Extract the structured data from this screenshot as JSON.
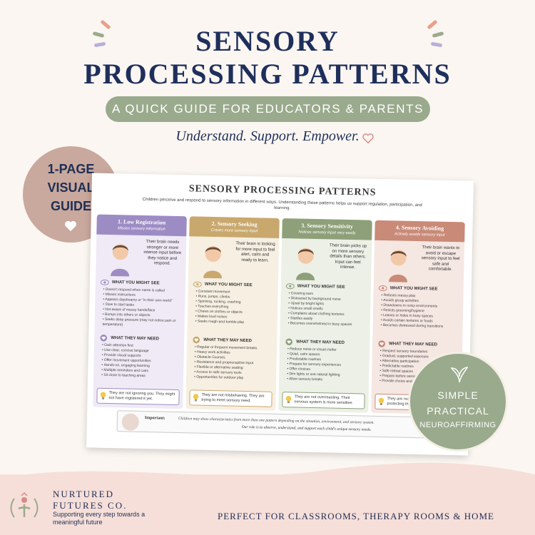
{
  "header": {
    "title_line1": "SENSORY",
    "title_line2": "PROCESSING PATTERNS",
    "subtitle": "A QUICK GUIDE FOR EDUCATORS & PARENTS",
    "tagline": "Understand. Support. Empower."
  },
  "badge_left": {
    "line1": "1-PAGE",
    "line2": "VISUAL",
    "line3": "GUIDE"
  },
  "badge_right": {
    "line1": "SIMPLE",
    "line2": "PRACTICAL",
    "line3": "NEUROAFFIRMING"
  },
  "sheet": {
    "title": "SENSORY PROCESSING PATTERNS",
    "intro": "Children perceive and respond to sensory information in different ways. Understanding these patterns helps us support regulation, participation, and learning.",
    "see_label": "WHAT YOU MIGHT SEE",
    "need_label": "WHAT THEY MAY NEED",
    "columns": [
      {
        "heading": "1. Low Registration",
        "sub": "Misses sensory information",
        "color": "#9d8cc4",
        "bg": "#efeaf5",
        "desc": "Their brain needs stronger or more intense input before they notice and respond.",
        "see": [
          "Doesn't respond when name is called",
          "Misses instructions",
          "Appears daydreamy or \"in their own world\"",
          "Slow to start tasks",
          "Not aware of messy hands/face",
          "Bumps into others or objects",
          "Seeks deep pressure (may not notice pain or temperature)"
        ],
        "need": [
          "Gain attention first",
          "Use clear, concise language",
          "Provide visual supports",
          "Offer movement opportunities",
          "Hands-on, engaging learning",
          "Multiple reminders and cues",
          "Sit close to teaching areas"
        ],
        "foot": "They are not ignoring you. They might not have registered it yet."
      },
      {
        "heading": "2. Sensory Seeking",
        "sub": "Craves more sensory input",
        "color": "#c9a86e",
        "bg": "#f6efe2",
        "desc": "Their brain is looking for more input to feel alert, calm and ready to learn.",
        "see": [
          "Constant movement",
          "Runs, jumps, climbs",
          "Spinning, rocking, crashing",
          "Touches everything",
          "Chews on clothes or objects",
          "Makes loud noises",
          "Seeks rough-and-tumble play"
        ],
        "need": [
          "Regular or frequent movement breaks",
          "Heavy work activities",
          "Obstacle Courses",
          "Resistance and proprioceptive input",
          "Flexible or alternative seating",
          "Access to safe sensory tools",
          "Opportunities for outdoor play"
        ],
        "foot": "They are not misbehaving. They are trying to meet sensory need."
      },
      {
        "heading": "3. Sensory Sensitivity",
        "sub": "Notices sensory input very easily",
        "color": "#8ea07a",
        "bg": "#ecf0e6",
        "desc": "Their brain picks up on more sensory details than others. Input can feel intense.",
        "see": [
          "Covering ears",
          "Distracted by background noise",
          "Upset by bright lights",
          "Notices small smells",
          "Complains about clothing textures",
          "Startles easily",
          "Becomes overwhelmed in busy spaces"
        ],
        "need": [
          "Reduce noise or visual clutter",
          "Quiet, calm spaces",
          "Predictable routines",
          "Prepare for sensory experiences",
          "Offer choices",
          "Dim lights or use natural lighting",
          "Allow sensory breaks"
        ],
        "foot": "They are not overreacting. Their nervous system is more sensitive."
      },
      {
        "heading": "4. Sensory Avoiding",
        "sub": "Actively avoids sensory input",
        "color": "#c98a78",
        "bg": "#f5e7e2",
        "desc": "Their brain wants to avoid or escape sensory input to feel safe and comfortable.",
        "see": [
          "Refuses messy play",
          "Avoids group activities",
          "Drawdowns in noisy environments",
          "Resists grooming/hygiene",
          "Leaves or hides in busy spaces",
          "Avoids certain textures or foods",
          "Becomes distressed during transitions"
        ],
        "need": [
          "Respect sensory boundaries",
          "Gradual, supported exposure",
          "Alternative participation",
          "Predictable routines",
          "Safe retreat spaces",
          "Prepare before sensory experiences",
          "Provide choice and control"
        ],
        "foot": "They are not naughty. They are protecting themselves."
      }
    ],
    "important_label": "Important:",
    "important_text": "Children may show characteristics from more than one pattern depending on the situation, environment, and sensory system.",
    "important_text2": "Our role is to observe, understand, and support each child's unique sensory needs."
  },
  "footer": {
    "brand_line1": "NURTURED",
    "brand_line2": "FUTURES CO.",
    "brand_tag": "Supporting every step towards a meaningful future",
    "perfect_for": "PERFECT FOR CLASSROOMS, THERAPY ROOMS & HOME"
  },
  "colors": {
    "navy": "#1f2f5c",
    "sage": "#9aaa8c",
    "rose": "#c9a89d",
    "peach": "#f6dfd9"
  }
}
